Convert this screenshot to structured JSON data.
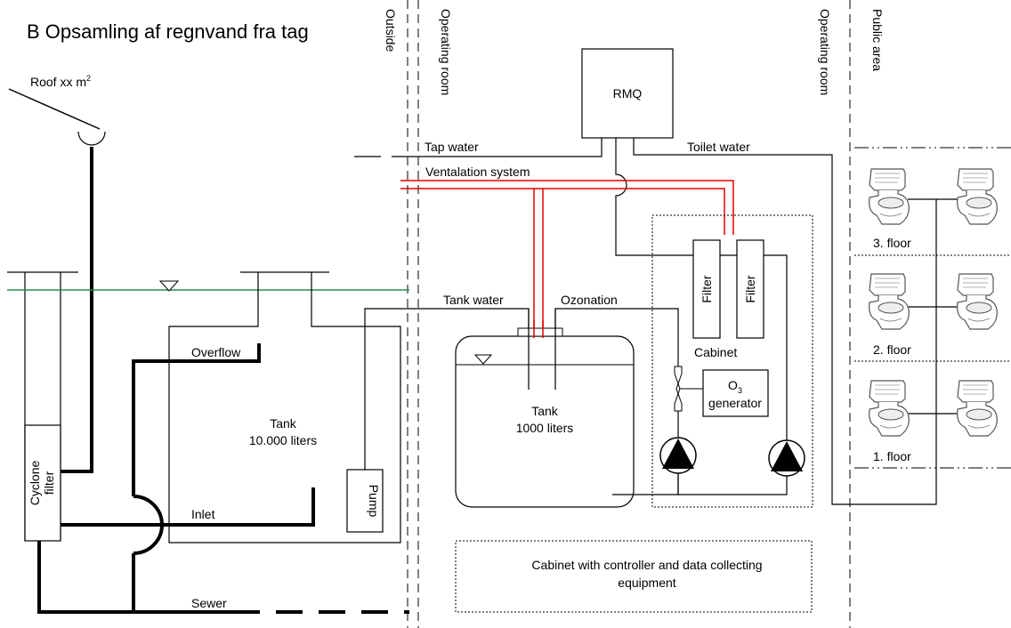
{
  "title": "B Opsamling af regnvand fra tag",
  "roof": {
    "label": "Roof xx m",
    "sup": "2"
  },
  "zones": {
    "outside": "Outside",
    "operating_room_left": "Operating room",
    "operating_room_right": "Operating room",
    "public_area": "Public area"
  },
  "rmq": "RMQ",
  "pipes": {
    "tap_water": "Tap water",
    "toilet_water": "Toilet water",
    "ventilation": "Ventalation system",
    "tank_water": "Tank water",
    "ozonation": "Ozonation",
    "overflow": "Overflow",
    "inlet": "Inlet",
    "sewer": "Sewer"
  },
  "big_tank": {
    "line1": "Tank",
    "line2": "10.000 liters"
  },
  "small_tank": {
    "line1": "Tank",
    "line2": "1000 liters"
  },
  "pump": "Pump",
  "cyclone": {
    "line1": "Cyclone",
    "line2": "filter"
  },
  "filters": [
    "Filter",
    "Filter"
  ],
  "cabinet": "Cabinet",
  "o3": {
    "base": "O",
    "sub": "3",
    "line2": "generator"
  },
  "controller": {
    "line1": "Cabinet with controller and data collecting",
    "line2": "equipment"
  },
  "floors": [
    "3. floor",
    "2. floor",
    "1. floor"
  ],
  "colors": {
    "ventilation": "#e00000",
    "water_level": "#2e8b57"
  }
}
